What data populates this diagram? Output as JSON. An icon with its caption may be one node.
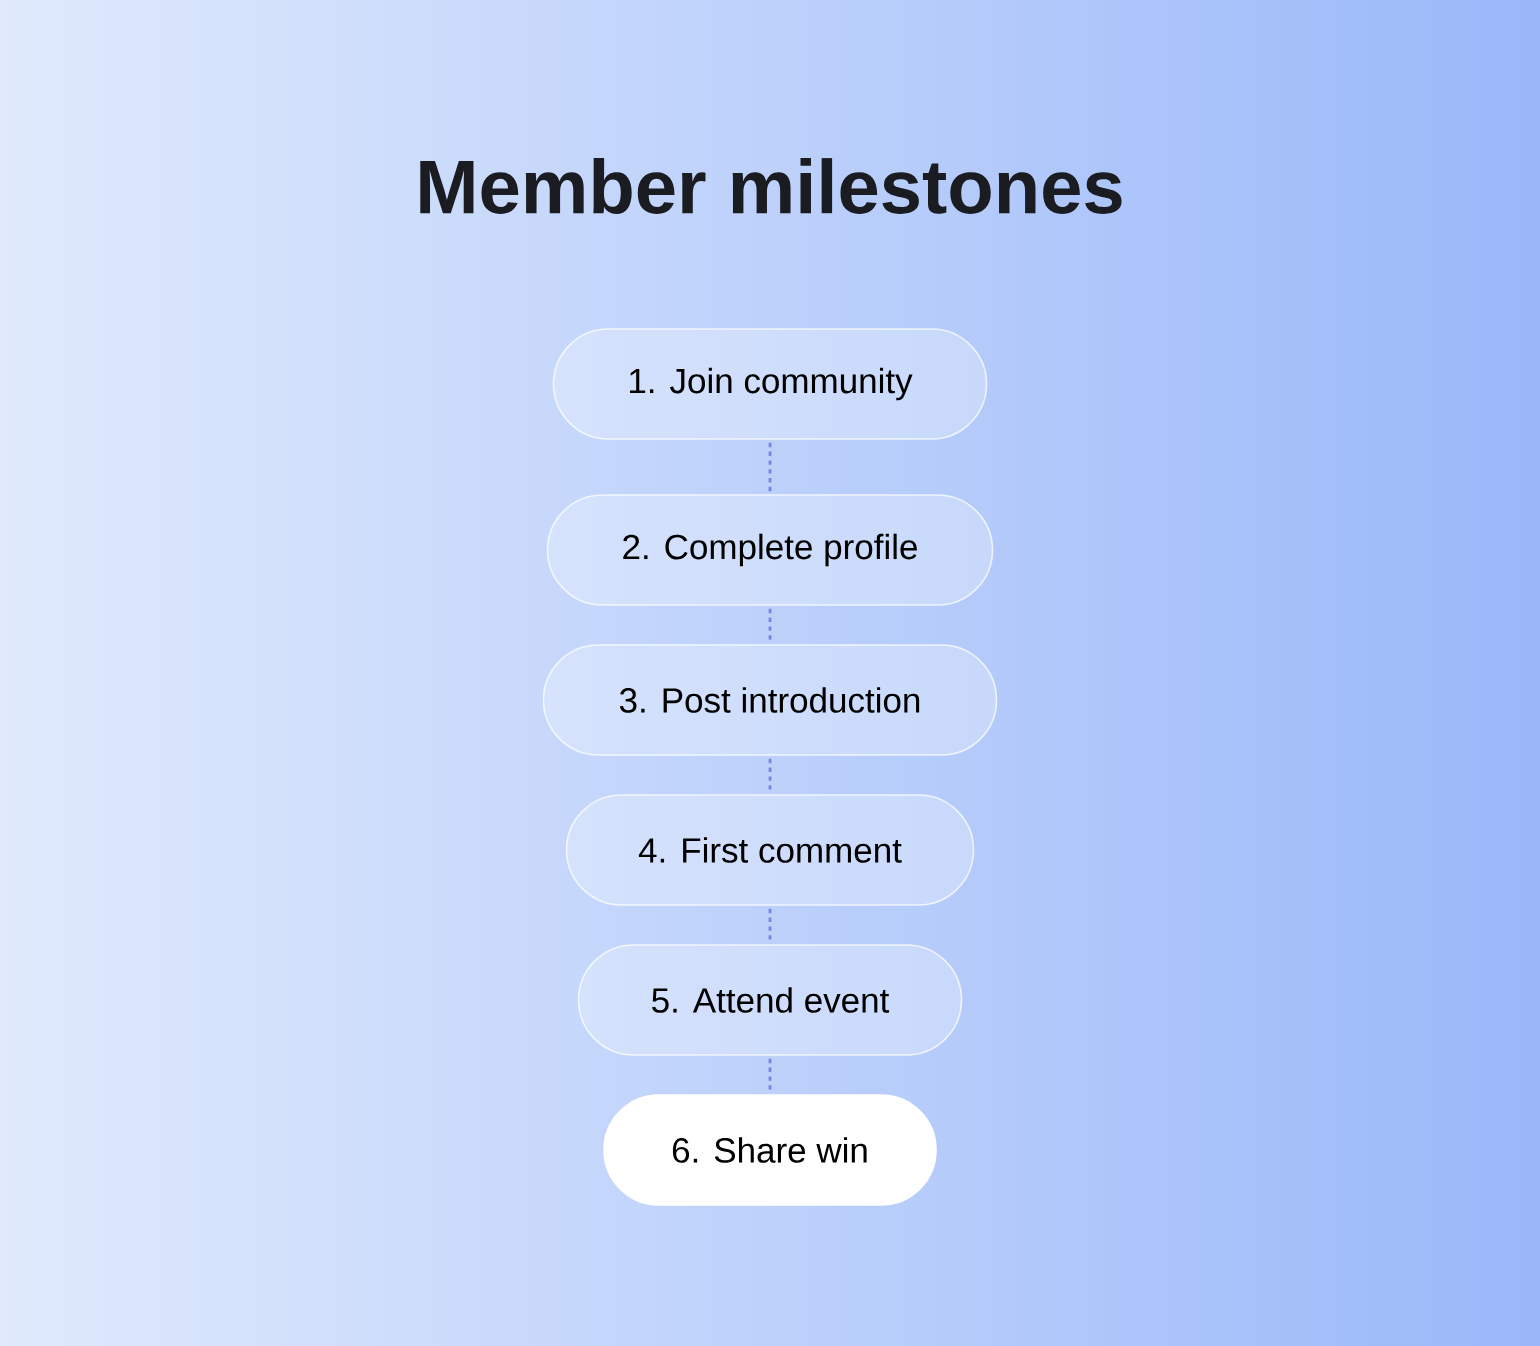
{
  "diagram": {
    "title": "Member milestones",
    "nodes": [
      {
        "text": [
          "1. Join community"
        ]
      },
      {
        "text": [
          "2. Complete profile"
        ]
      },
      {
        "text": [
          "3. Post introduction"
        ]
      },
      {
        "text": [
          "4. First comment"
        ]
      },
      {
        "text": [
          "5. Attend event"
        ]
      },
      {
        "text": [
          "6. Share win"
        ]
      }
    ],
    "edges": [
      {
        "from": 0,
        "to": 1,
        "arrow": "none",
        "style": "dashed"
      },
      {
        "from": 1,
        "to": 2,
        "arrow": "none",
        "style": "dashed"
      },
      {
        "from": 2,
        "to": 3,
        "arrow": "none",
        "style": "dashed"
      },
      {
        "from": 3,
        "to": 4,
        "arrow": "none",
        "style": "dashed"
      },
      {
        "from": 4,
        "to": 5,
        "arrow": "none",
        "style": "dashed"
      }
    ]
  }
}
